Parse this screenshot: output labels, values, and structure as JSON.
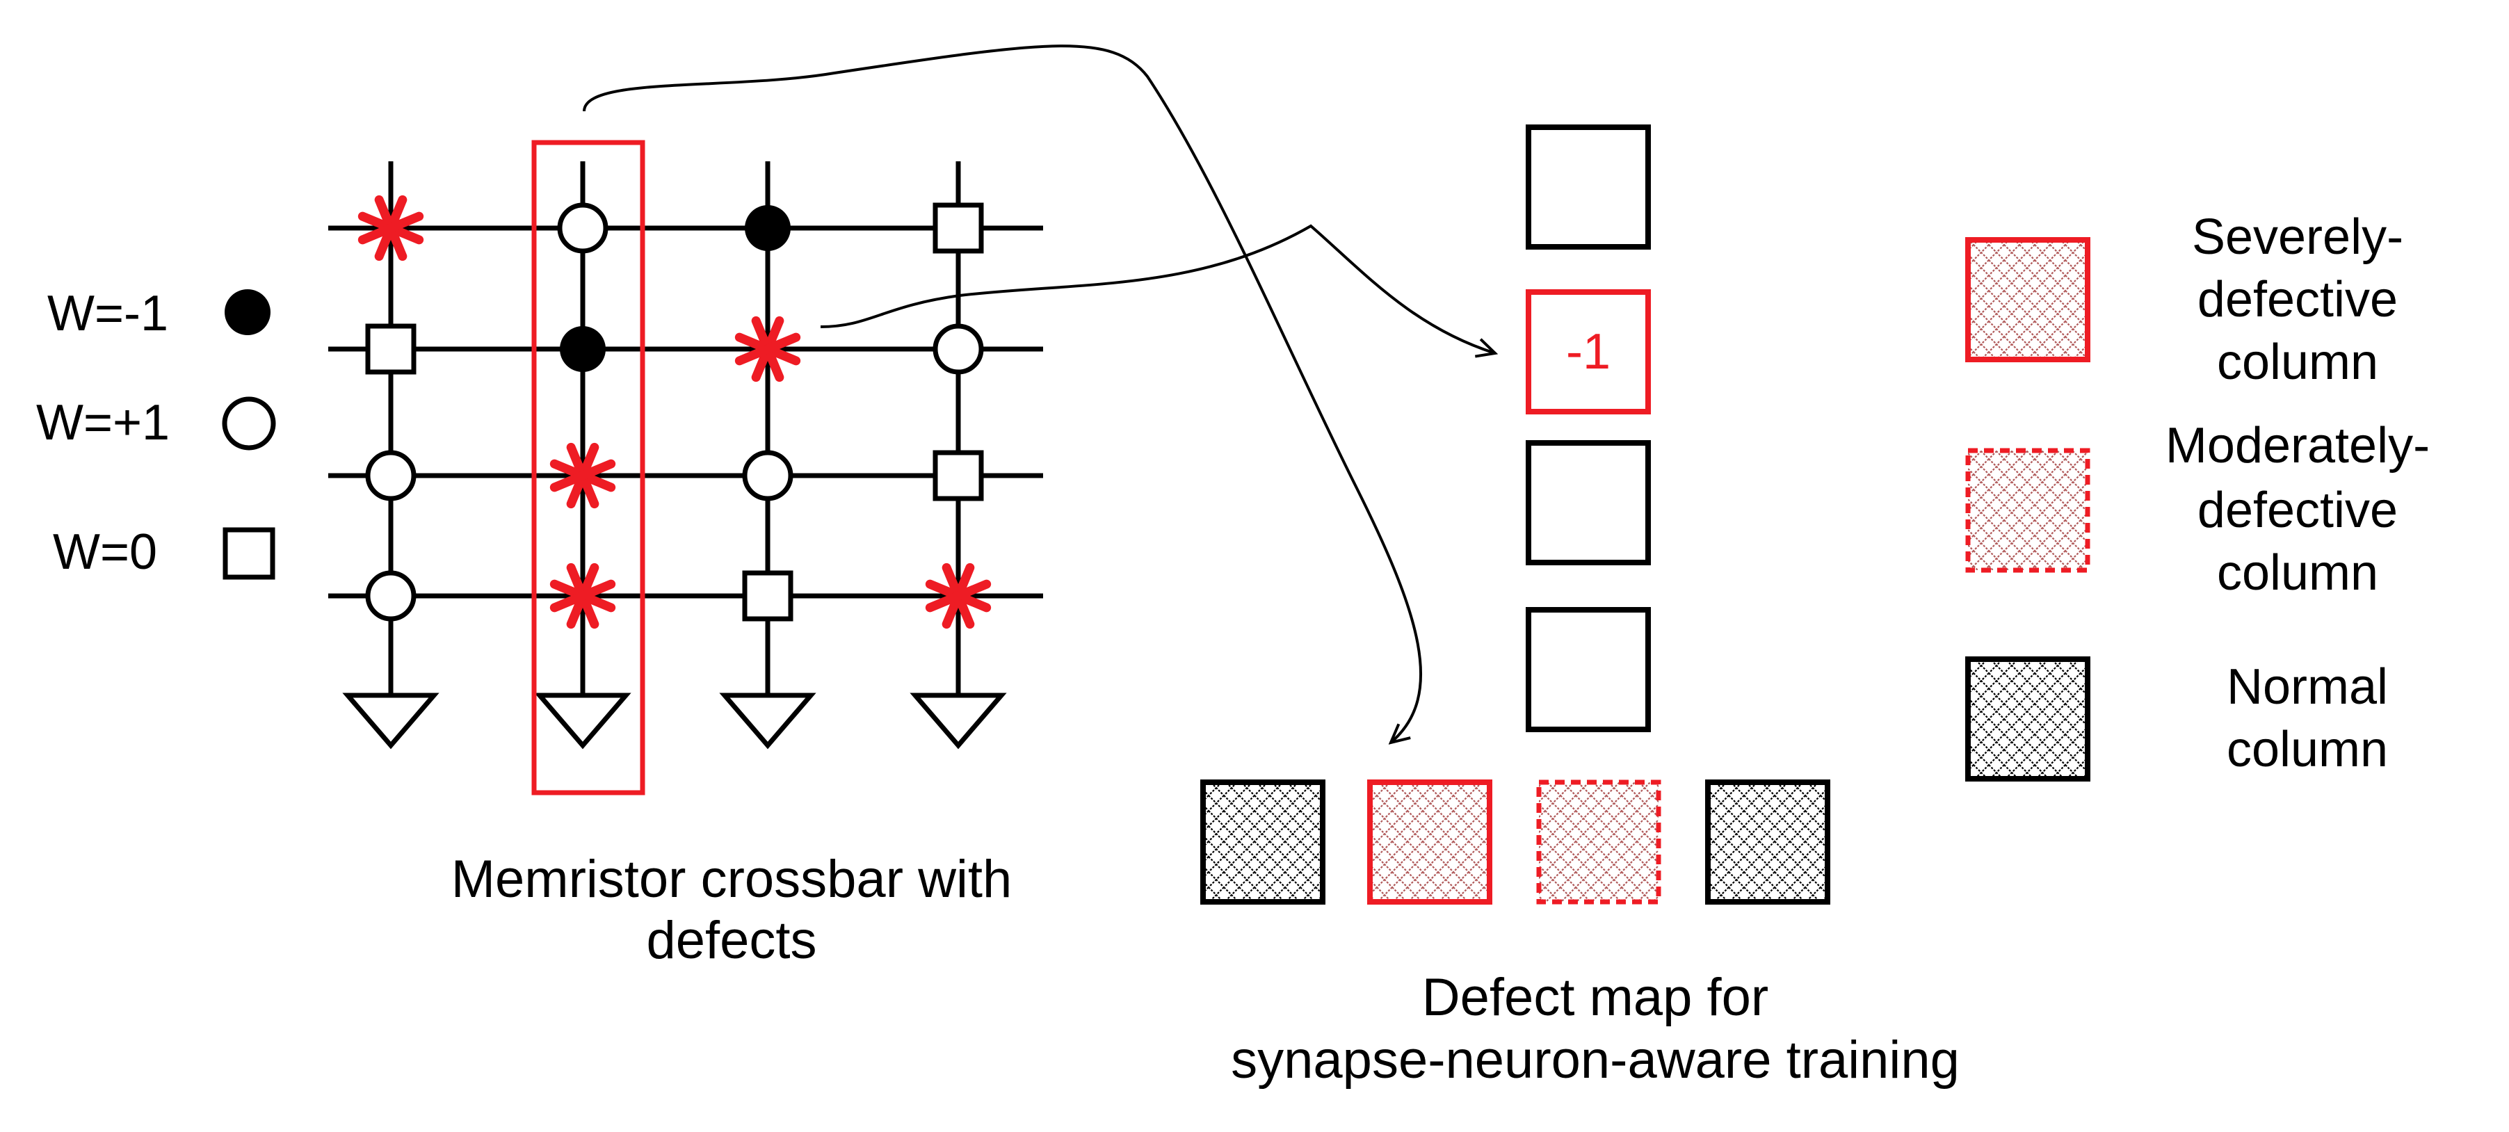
{
  "weight_legend": {
    "neg_one": "W=-1",
    "pos_one": "W=+1",
    "zero": "W=0"
  },
  "crossbar": {
    "caption_line1": "Memristor crossbar with",
    "caption_line2": "defects",
    "cells": [
      [
        "defect",
        "plus",
        "minus",
        "zero"
      ],
      [
        "zero",
        "minus",
        "defect",
        "plus"
      ],
      [
        "plus",
        "defect",
        "plus",
        "zero"
      ],
      [
        "plus",
        "defect",
        "zero",
        "defect"
      ]
    ],
    "highlighted_column": 1
  },
  "defect_map": {
    "row_cells": [
      {
        "kind": "normal-box",
        "text": ""
      },
      {
        "kind": "defect-box",
        "text": "-1"
      },
      {
        "kind": "normal-box",
        "text": ""
      },
      {
        "kind": "normal-box",
        "text": ""
      }
    ],
    "column_cells": [
      "normal",
      "severe",
      "moderate",
      "normal"
    ],
    "caption_line1": "Defect map for",
    "caption_line2": "synapse-neuron-aware training"
  },
  "column_legend": {
    "severe": [
      "Severely-",
      "defective",
      "column"
    ],
    "moderate": [
      "Moderately-",
      "defective",
      "column"
    ],
    "normal": [
      "Normal",
      "column"
    ]
  },
  "colors": {
    "defect_red": "#ee1c24",
    "line_black": "#000000",
    "hatch_red": "#b05a5a"
  }
}
